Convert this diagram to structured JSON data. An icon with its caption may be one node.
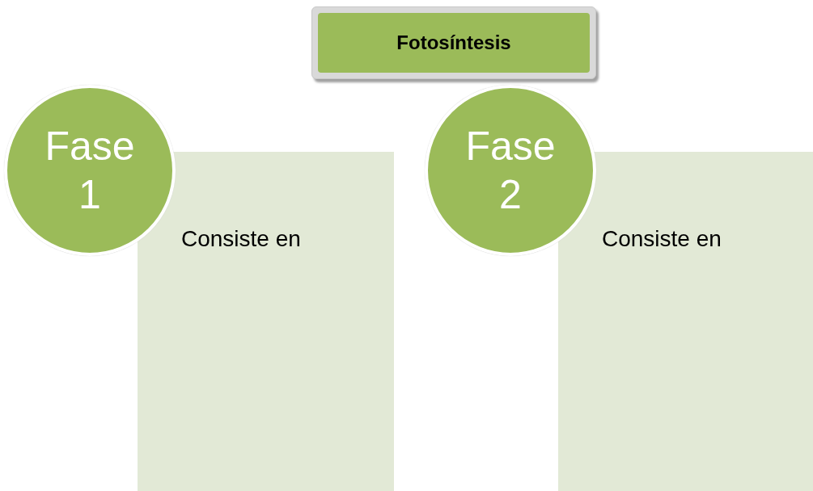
{
  "diagram": {
    "nodes": [
      {
        "text": [
          "Fotosíntesis"
        ]
      },
      {
        "text": [
          "Fase 1"
        ]
      },
      {
        "text": [
          "Consiste en"
        ]
      },
      {
        "text": [
          "Fase 2"
        ]
      },
      {
        "text": [
          "Consiste en"
        ]
      }
    ]
  }
}
